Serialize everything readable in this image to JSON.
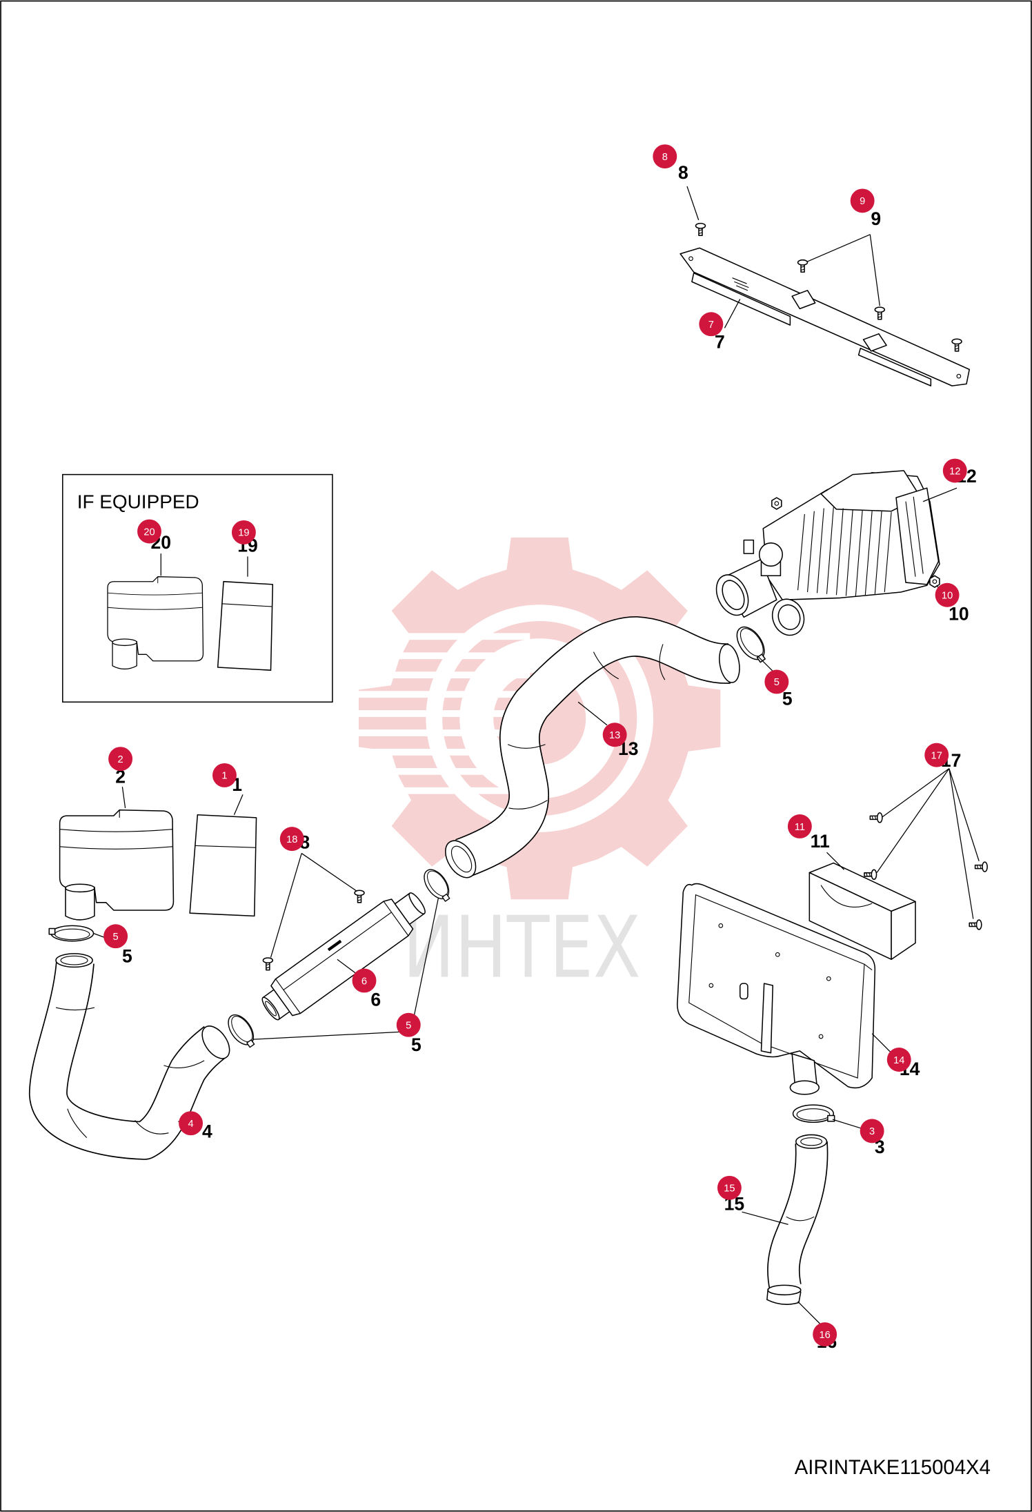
{
  "inset": {
    "title": "IF EQUIPPED"
  },
  "drawing_code": "AIRINTAKE115004X4",
  "watermark": {
    "text": "ИНТЕХ"
  },
  "colors": {
    "badge": "#d0163d",
    "badge_text": "#ffffff",
    "line": "#000000",
    "watermark": "#f7d2d2"
  },
  "callouts": [
    {
      "badge": "8",
      "label": "8"
    },
    {
      "badge": "9",
      "label": "9"
    },
    {
      "badge": "7",
      "label": "7"
    },
    {
      "badge": "12",
      "label": "12"
    },
    {
      "badge": "10",
      "label": "10"
    },
    {
      "badge": "5",
      "label": "5"
    },
    {
      "badge": "13",
      "label": "13"
    },
    {
      "badge": "20",
      "label": "20"
    },
    {
      "badge": "19",
      "label": "19"
    },
    {
      "badge": "2",
      "label": "2"
    },
    {
      "badge": "1",
      "label": "1"
    },
    {
      "badge": "18",
      "label": "18"
    },
    {
      "badge": "11",
      "label": "11"
    },
    {
      "badge": "17",
      "label": "17"
    },
    {
      "badge": "5",
      "label": "5"
    },
    {
      "badge": "6",
      "label": "6"
    },
    {
      "badge": "5",
      "label": "5"
    },
    {
      "badge": "4",
      "label": "4"
    },
    {
      "badge": "14",
      "label": "14"
    },
    {
      "badge": "3",
      "label": "3"
    },
    {
      "badge": "15",
      "label": "15"
    },
    {
      "badge": "16",
      "label": "16"
    }
  ]
}
